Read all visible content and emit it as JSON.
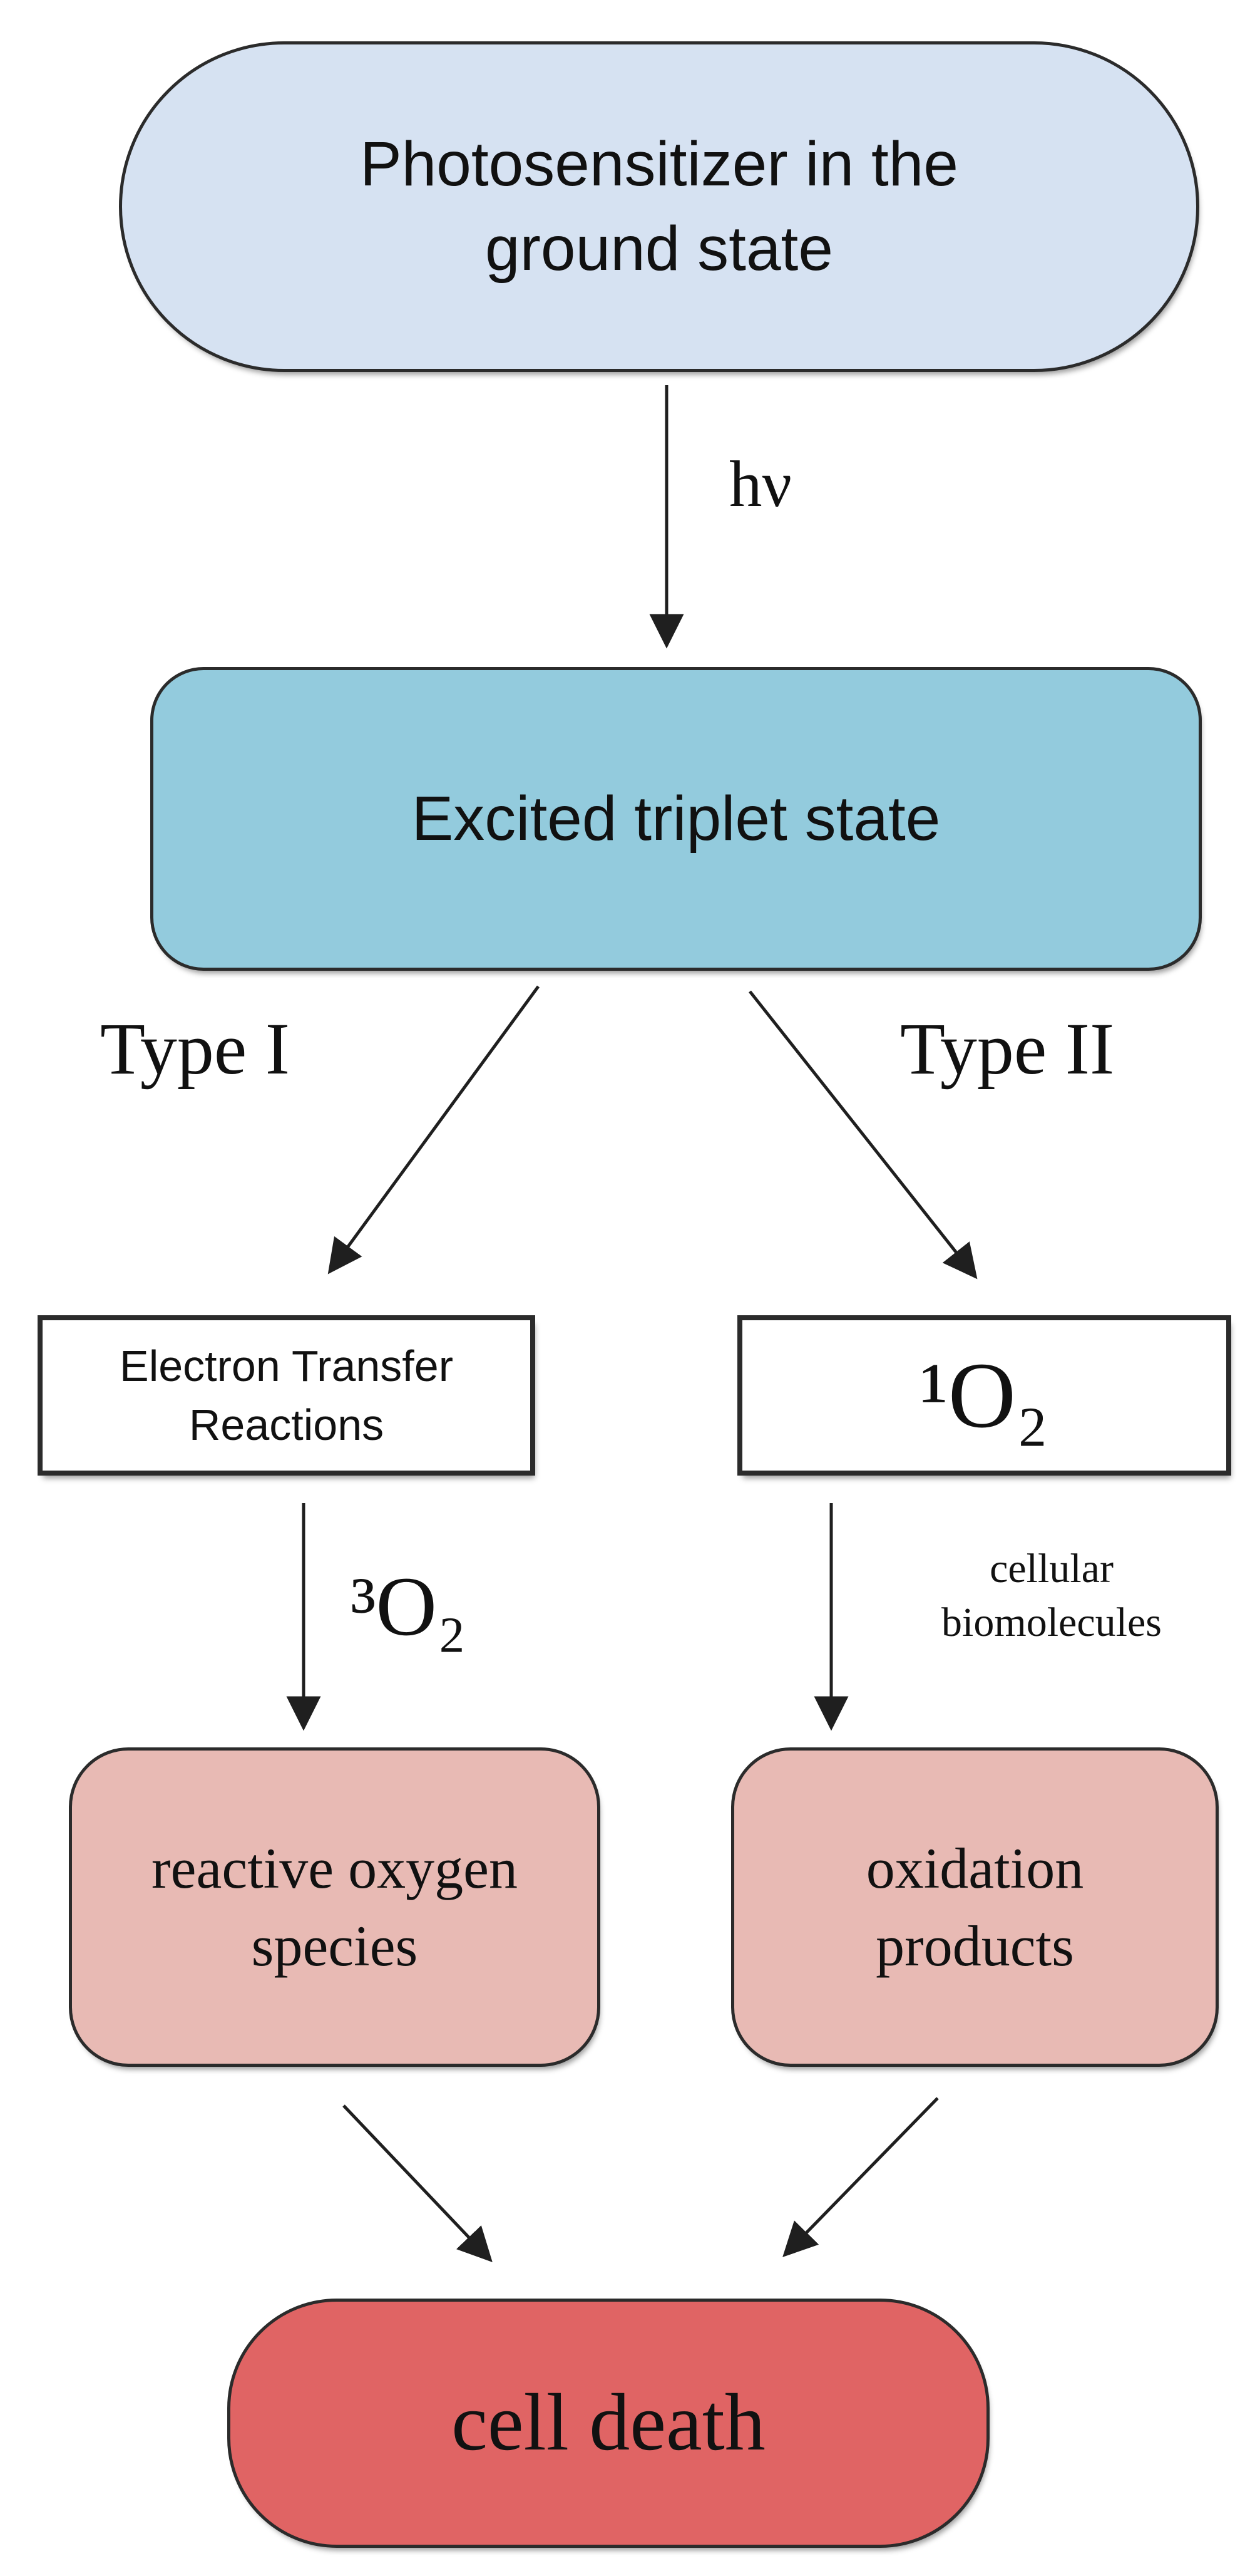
{
  "page": {
    "background": "#ffffff"
  },
  "diagram": {
    "nodes": {
      "ground_state": {
        "label": "Photosensitizer in the\nground state",
        "fill": "#d6e2f2"
      },
      "excited_triplet": {
        "label": "Excited triplet state",
        "fill": "#93cbdd"
      },
      "electron_transfer": {
        "label": "Electron Transfer\nReactions",
        "fill": "#ffffff"
      },
      "singlet_oxygen": {
        "label": "¹O₂",
        "fill": "#ffffff"
      },
      "reactive_oxygen": {
        "label": "reactive oxygen\nspecies",
        "fill": "#e8bab4"
      },
      "oxidation_products": {
        "label": "oxidation\nproducts",
        "fill": "#e8bab4"
      },
      "cell_death": {
        "label": "cell death",
        "fill": "#e06464"
      }
    },
    "edge_labels": {
      "light": "hν",
      "type_i": "Type I",
      "type_ii": "Type II",
      "ground_state_oxygen": "³O₂",
      "cellular_biomolecules": "cellular\nbiomolecules"
    },
    "colors": {
      "node_border": "#2b2b2b",
      "arrow": "#1f1f1f",
      "text": "#111111"
    }
  }
}
